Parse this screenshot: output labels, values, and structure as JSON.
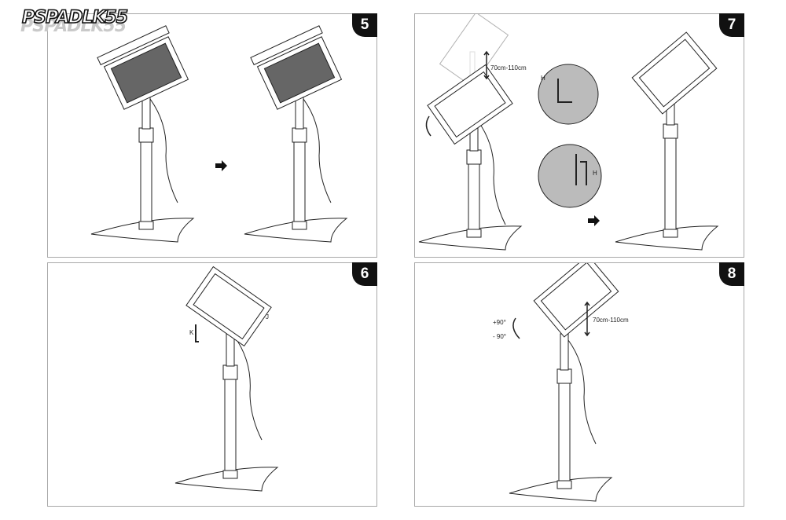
{
  "logo": "PSPADLK55",
  "panels": [
    {
      "step": "5"
    },
    {
      "step": "7",
      "height_label": "70cm-110cm",
      "tool_label_1": "H",
      "tool_label_2": "H"
    },
    {
      "step": "6",
      "label_k": "K",
      "label_j": "J"
    },
    {
      "step": "8",
      "height_label": "70cm-110cm",
      "angle_plus": "+90°",
      "angle_minus": "- 90°"
    }
  ],
  "colors": {
    "line": "#222222",
    "tablet": "#555555",
    "border": "#a8a8a8"
  }
}
